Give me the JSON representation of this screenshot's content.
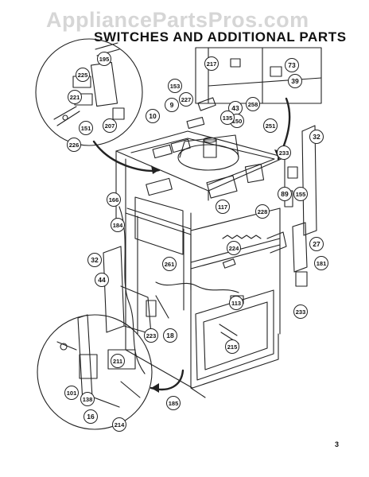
{
  "watermark": "AppliancePartsPros.com",
  "title": "SWITCHES AND ADDITIONAL PARTS",
  "page_number": "3",
  "callouts": [
    "195",
    "225",
    "221",
    "207",
    "151",
    "226",
    "153",
    "9",
    "227",
    "10",
    "43",
    "258",
    "150",
    "135",
    "251",
    "217",
    "73",
    "39",
    "32",
    "233",
    "89",
    "155",
    "166",
    "117",
    "228",
    "184",
    "224",
    "27",
    "32",
    "261",
    "181",
    "44",
    "113",
    "223",
    "18",
    "233",
    "215",
    "211",
    "101",
    "138",
    "16",
    "214",
    "185"
  ]
}
